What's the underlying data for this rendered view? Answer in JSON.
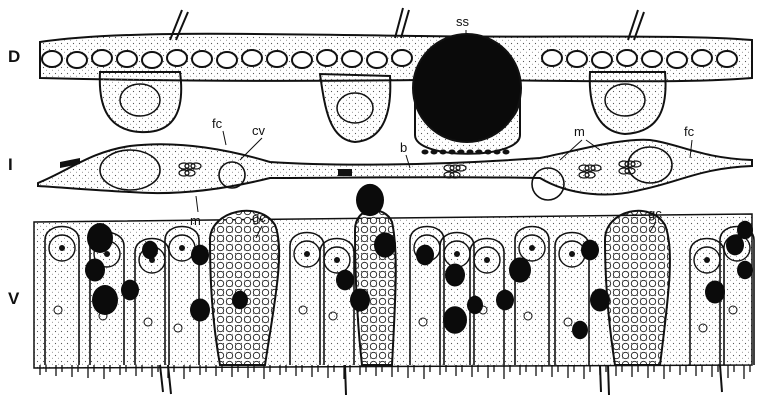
{
  "figure": {
    "layer_labels": {
      "dorsal": "D",
      "intermediate": "I",
      "ventral": "V"
    },
    "labels": {
      "ss": "ss",
      "fc_left": "fc",
      "cv": "cv",
      "b": "b",
      "m_right": "m",
      "fc_right": "fc",
      "m_left": "m",
      "gc_left": "gc",
      "gc_right": "gc"
    }
  }
}
